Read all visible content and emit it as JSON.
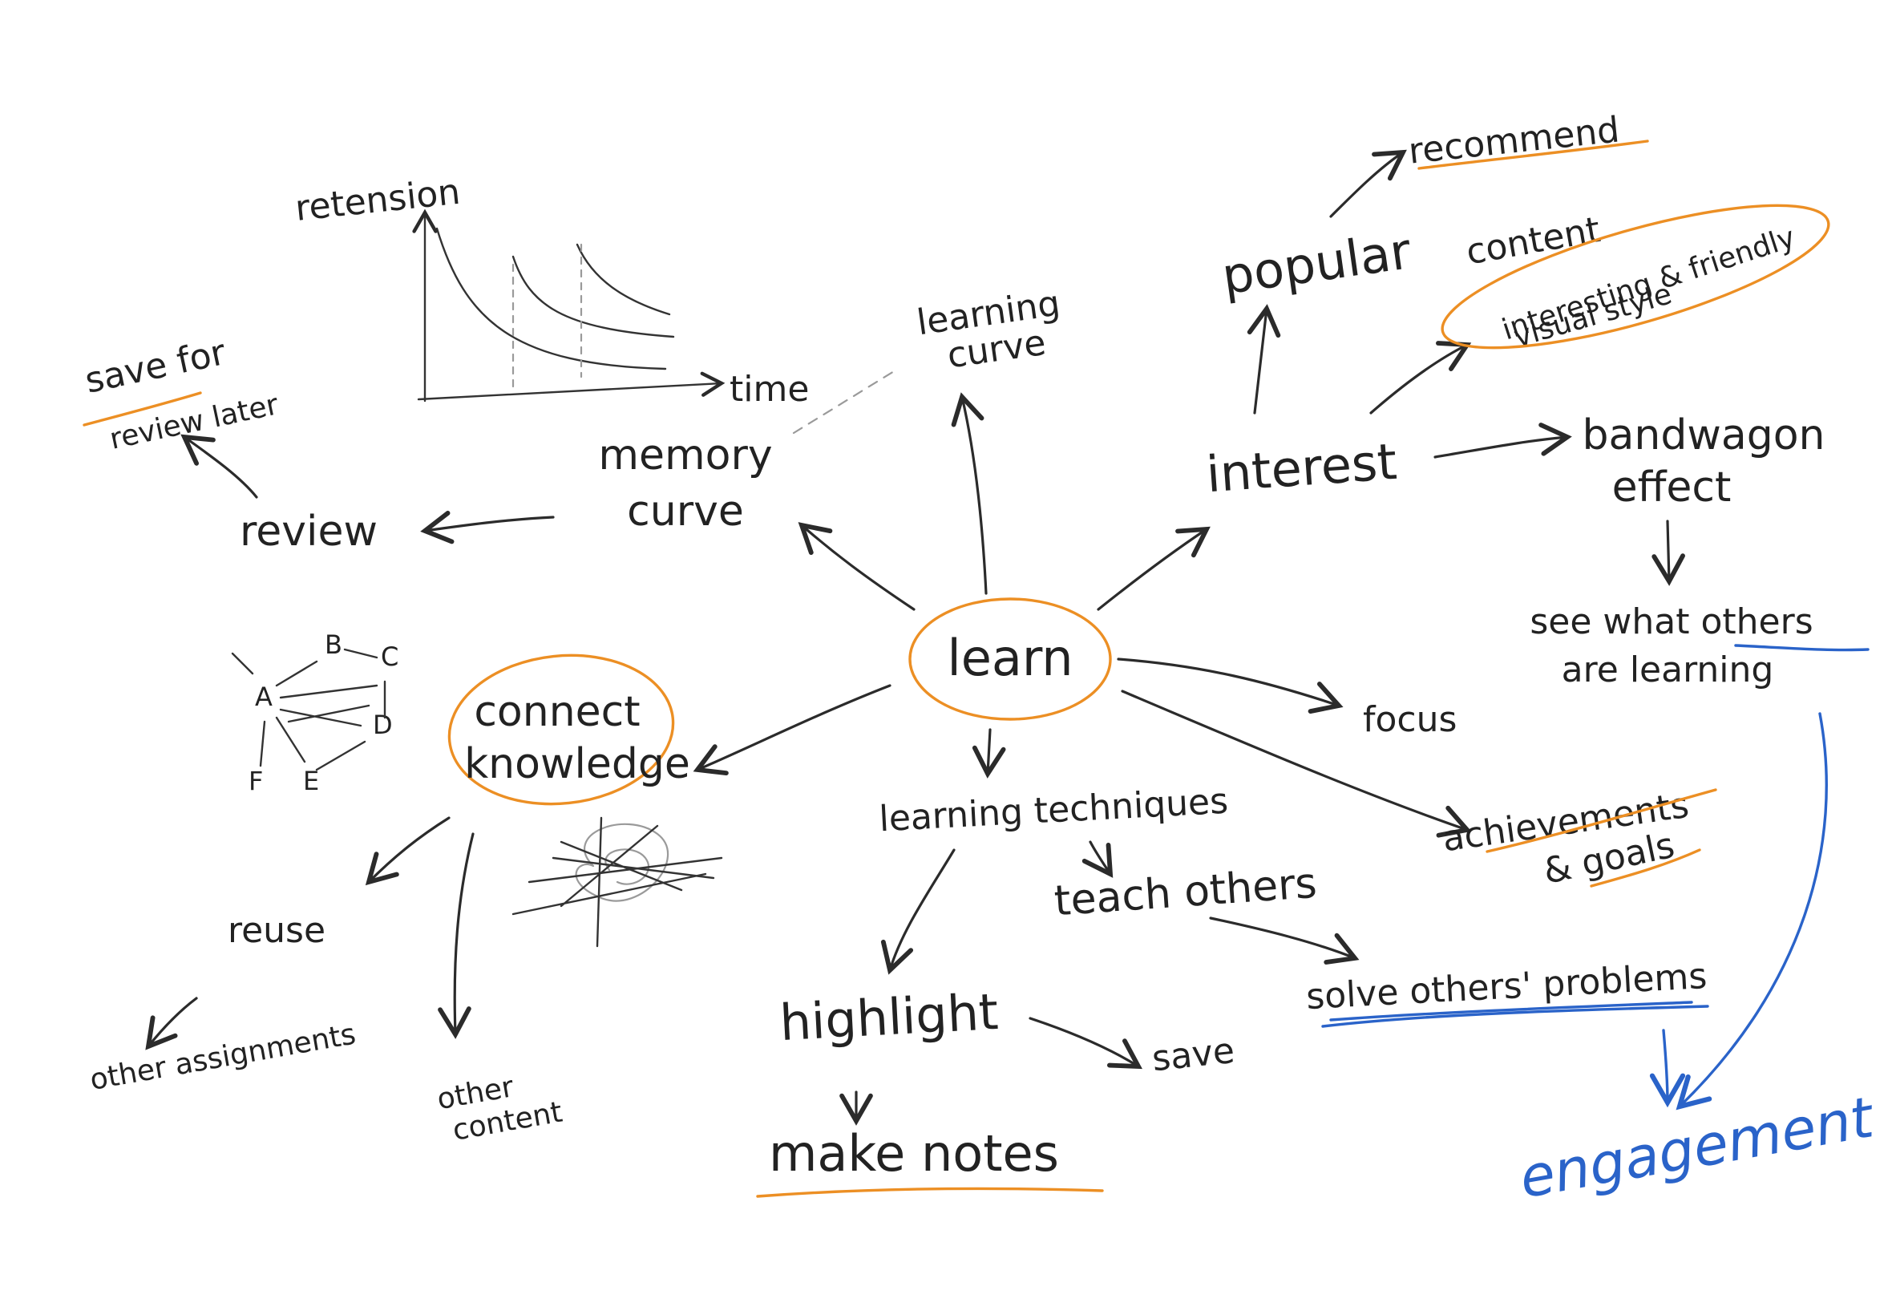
{
  "center": {
    "label": "learn"
  },
  "memory": {
    "title_line1": "memory",
    "title_line2": "curve",
    "y_axis": "retension",
    "x_axis": "time",
    "review": "review",
    "save_line1": "save for",
    "save_line2": "review later"
  },
  "learning_curve": {
    "line1": "learning",
    "line2": "curve"
  },
  "interest": {
    "label": "interest",
    "popular": "popular",
    "recommend": "recommend",
    "content_line1": "content",
    "content_line2": "interesting & friendly",
    "content_line3": "visual style",
    "bandwagon_line1": "bandwagon",
    "bandwagon_line2": "effect",
    "see_line1": "see what others",
    "see_line2": "are learning"
  },
  "focus": "focus",
  "achievements": {
    "line1": "achievements",
    "line2": "& goals"
  },
  "engagement": "engagement",
  "techniques": {
    "label": "learning techniques",
    "teach": "teach others",
    "solve": "solve others' problems",
    "highlight": "highlight",
    "save": "save",
    "notes": "make notes"
  },
  "connect": {
    "line1": "connect",
    "line2": "knowledge",
    "reuse": "reuse",
    "other_assignments": "other assignments",
    "other_content_line1": "other",
    "other_content_line2": "content",
    "graph_letters": [
      "A",
      "B",
      "C",
      "D",
      "E",
      "F"
    ]
  },
  "colors": {
    "ink": "#2b2b2b",
    "highlight_orange": "#ec8f24",
    "highlight_blue": "#2a63c9"
  }
}
